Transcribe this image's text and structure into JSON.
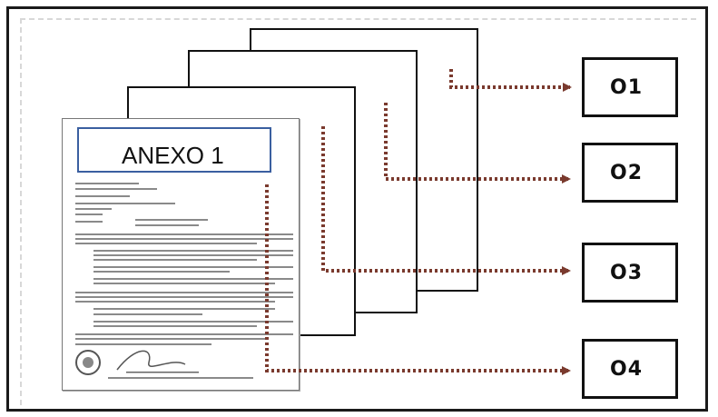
{
  "document": {
    "annex_label": "ANEXO 1"
  },
  "outputs": [
    {
      "label": "O1"
    },
    {
      "label": "O2"
    },
    {
      "label": "O3"
    },
    {
      "label": "O4"
    }
  ],
  "colors": {
    "connector": "#7a3a2e",
    "border": "#111111",
    "annex_box_border": "#3a5fa0"
  }
}
